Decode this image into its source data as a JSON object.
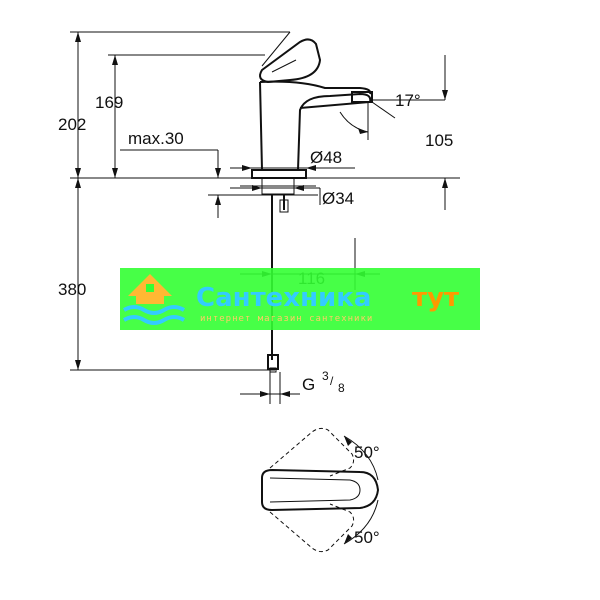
{
  "dimensions": {
    "height_top": "202",
    "height_spout": "169",
    "angle_spout": "17°",
    "reach": "105",
    "max_thickness": "max.30",
    "diameter_body": "Ø48",
    "diameter_hole": "Ø34",
    "hose_spacing": "116",
    "hose_length": "380",
    "connection_thread": "G",
    "thread_num": "3",
    "thread_den": "8",
    "angle_left": "50°",
    "angle_right": "50°"
  },
  "watermark": {
    "title_part1": "Сантехника",
    "title_part2": "тут",
    "subtitle": "интернет магазин сантехники",
    "background_color": "#33ff33",
    "title_color": "#33ccff",
    "accent_color": "#ff9900",
    "icon": "house-waves-logo-icon"
  }
}
